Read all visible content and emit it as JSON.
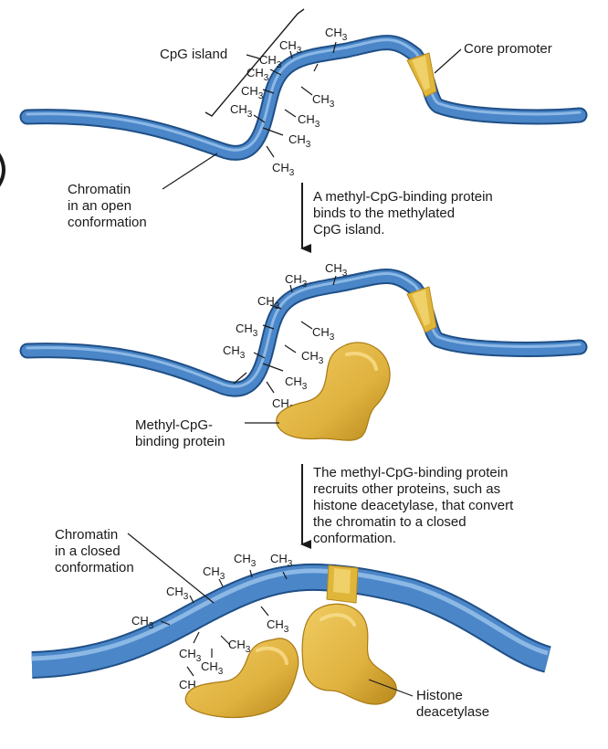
{
  "colors": {
    "dna_dark": "#1f4f86",
    "dna_mid": "#4a86c8",
    "dna_light": "#8ab8e8",
    "promoter": "#e0b63a",
    "promoter_light": "#f5dc7e",
    "protein_dark": "#b8891c",
    "protein_light": "#e6bd4c",
    "text": "#1a1a1a"
  },
  "methyl": {
    "base": "CH",
    "sub": "3"
  },
  "panel_a": {
    "cpg_island_label": "CpG island",
    "core_promoter_label": "Core promoter",
    "open_chromatin_label": [
      "Chromatin",
      "in an open",
      "conformation"
    ]
  },
  "step_1": {
    "lines": [
      "A methyl-CpG-binding protein",
      "binds to the methylated",
      "CpG island."
    ]
  },
  "panel_b": {
    "binding_protein_label": [
      "Methyl-CpG-",
      "binding protein"
    ]
  },
  "step_2": {
    "lines": [
      "The methyl-CpG-binding protein",
      "recruits other proteins, such as",
      "histone deacetylase, that convert",
      "the chromatin to a closed",
      "conformation."
    ]
  },
  "panel_c": {
    "closed_chromatin_label": [
      "Chromatin",
      "in a closed",
      "conformation"
    ],
    "deacetylase_label": [
      "Histone",
      "deacetylase"
    ]
  }
}
